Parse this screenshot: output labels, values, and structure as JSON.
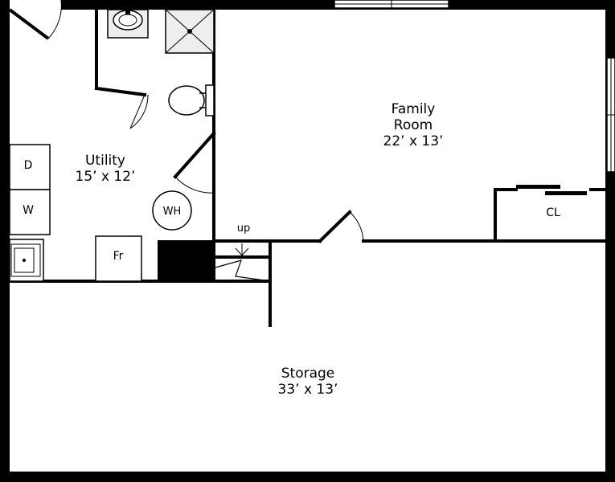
{
  "rooms": {
    "family_room": {
      "name_line1": "Family",
      "name_line2": "Room",
      "size": "22’ x 13’"
    },
    "utility": {
      "name": "Utility",
      "size": "15’ x 12’"
    },
    "storage": {
      "name": "Storage",
      "size": "33’ x 13’"
    }
  },
  "fixtures": {
    "dryer": "D",
    "washer": "W",
    "water_heater": "WH",
    "freezer": "Fr",
    "closet": "CL",
    "stairs": "up"
  },
  "colors": {
    "wall": "#000000",
    "background": "#ffffff",
    "fixture_fill": "#eeeeee"
  }
}
